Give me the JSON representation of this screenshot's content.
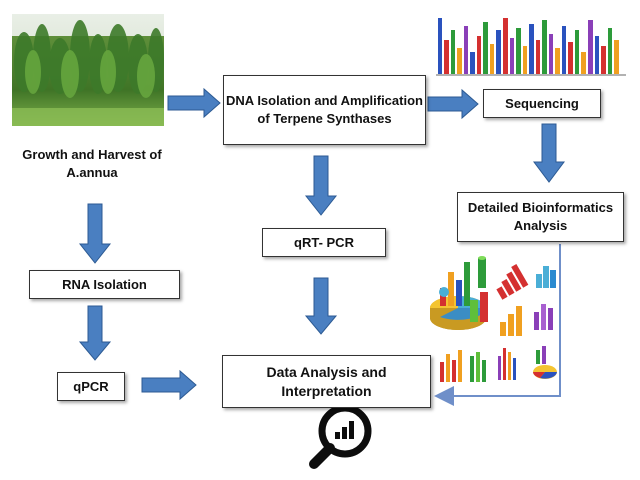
{
  "steps": {
    "growth": "Growth and Harvest of A.annua",
    "dna": "DNA Isolation and Amplification of  Terpene Synthases",
    "sequencing": "Sequencing",
    "bioinformatics": "Detailed Bioinformatics Analysis",
    "qrt_pcr": "qRT- PCR",
    "rna": "RNA Isolation",
    "qpcr": "qPCR",
    "data_analysis": "Data Analysis and Interpretation"
  },
  "icons": {
    "plant_photo": "artemisia-field-photo",
    "sequence_logo": "sequence-logo-icon",
    "charts_collage": "charts-collage-icon",
    "magnifier": "magnifier-chart-icon"
  },
  "colors": {
    "arrow": "#4a7fc1",
    "arrow_outline": "#2c5a93",
    "feedback_line": "#6f8fc9"
  }
}
